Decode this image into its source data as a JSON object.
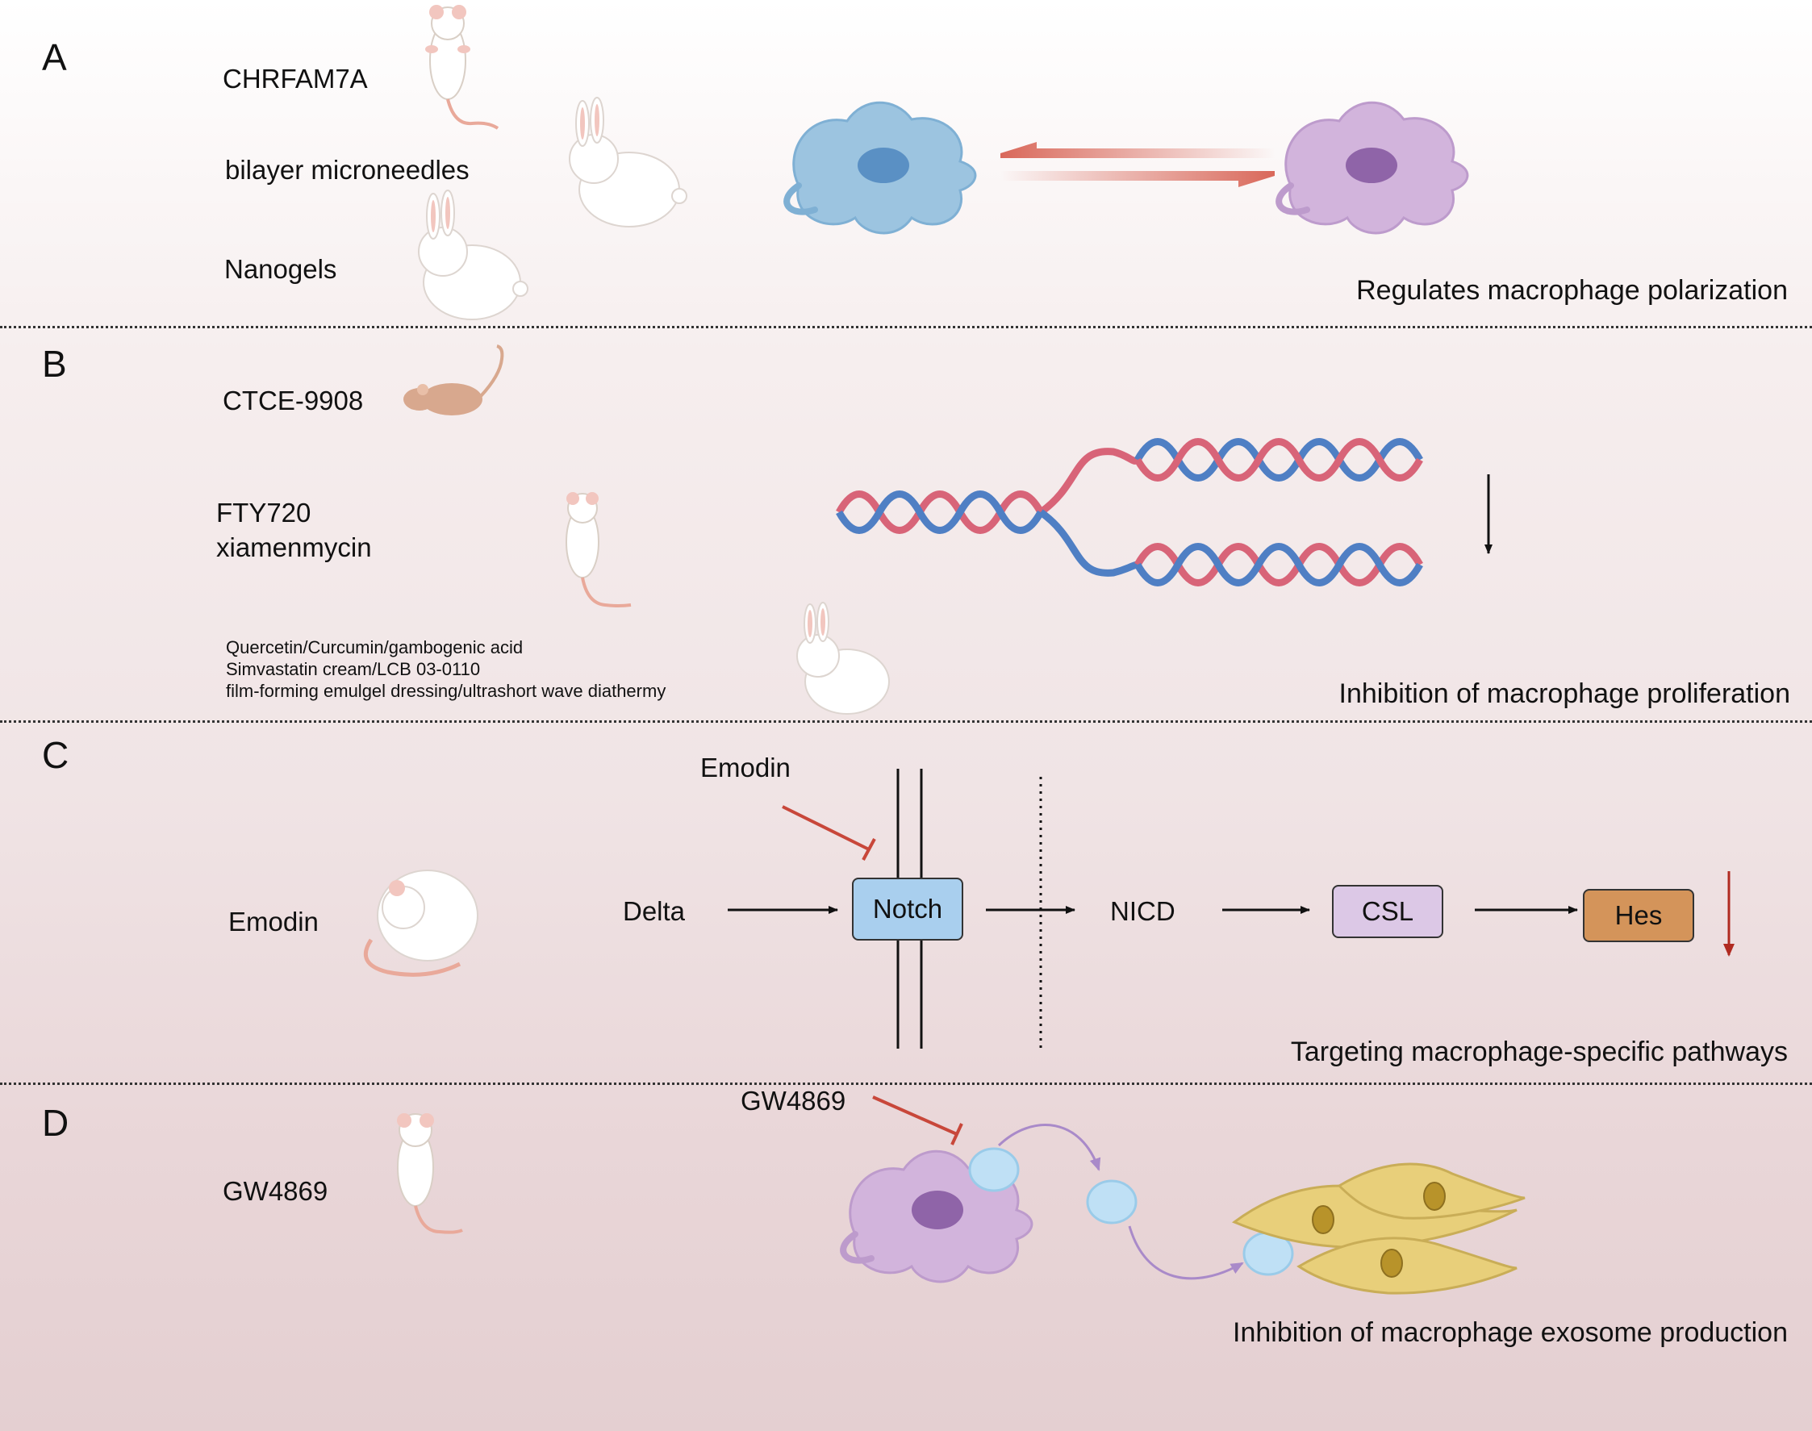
{
  "panels": [
    {
      "letter": "A",
      "items": [
        "CHRFAM7A",
        "bilayer microneedles",
        "Nanogels"
      ],
      "caption": "Regulates macrophage polarization"
    },
    {
      "letter": "B",
      "items": [
        "CTCE-9908",
        "FTY720",
        "xiamenmycin"
      ],
      "small_lines": [
        "Quercetin/Curcumin/gambogenic acid",
        "Simvastatin cream/LCB 03-0110",
        "film-forming emulgel dressing/ultrashort wave diathermy"
      ],
      "caption": "Inhibition of macrophage proliferation"
    },
    {
      "letter": "C",
      "animal_label": "Emodin",
      "inhibitor": "Emodin",
      "pathway": [
        "Delta",
        "Notch",
        "NICD",
        "CSL",
        "Hes"
      ],
      "caption": "Targeting macrophage-specific pathways"
    },
    {
      "letter": "D",
      "animal_label": "GW4869",
      "inhibitor": "GW4869",
      "caption": "Inhibition of macrophage exosome production"
    }
  ],
  "colors": {
    "inhibit_red": "#c8473a",
    "arrow_red": "#b02a20",
    "dna_red": "#d86478",
    "dna_blue": "#4f7fc4",
    "m1_cell": "#9cc4e0",
    "m2_cell": "#d2b4dc",
    "notch_box": "#a9cfee",
    "csl_box": "#dcc8e6",
    "hes_box": "#d4945a",
    "fibroblast": "#e8cf7a",
    "exosome": "#bfe0f5"
  }
}
